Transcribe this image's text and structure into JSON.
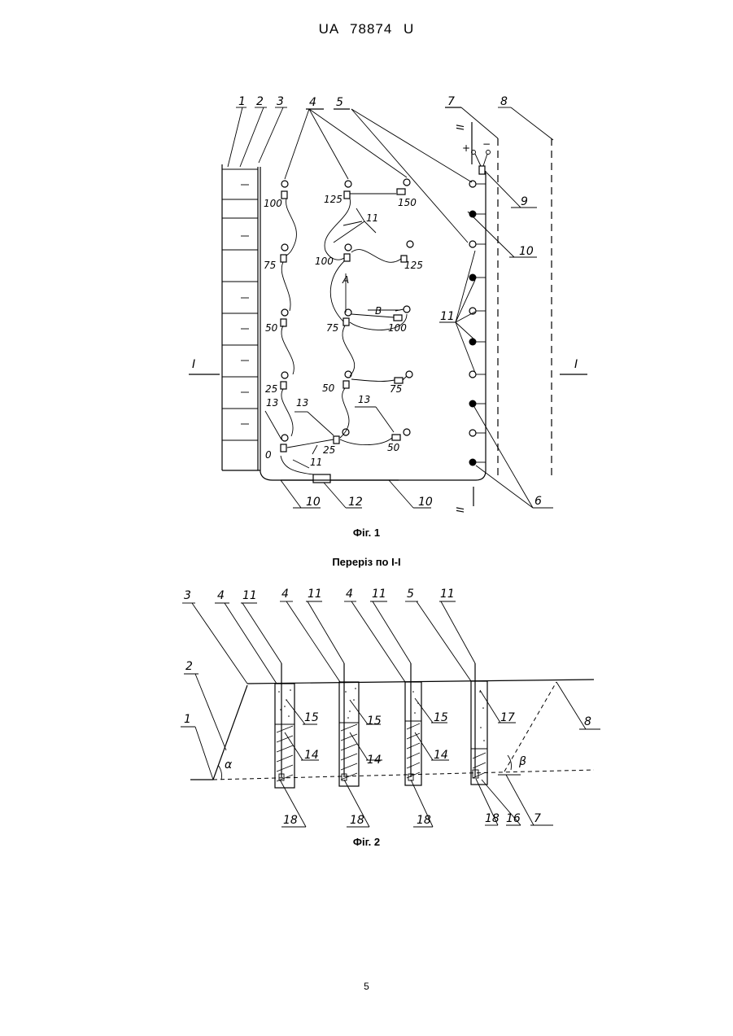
{
  "header": {
    "document_number": "UA   78874   U"
  },
  "figure1": {
    "caption": "Фіг. 1",
    "part_labels": [
      "1",
      "2",
      "3",
      "4",
      "5",
      "7",
      "8",
      "9",
      "10",
      "11",
      "6",
      "10",
      "12",
      "10",
      "13",
      "13",
      "13",
      "11",
      "11"
    ],
    "section_marks": {
      "left": "I",
      "right": "I",
      "top": "II",
      "bottom": "II"
    },
    "flow_labels": {
      "a": "A",
      "b": "B"
    },
    "polarity": {
      "plus": "+",
      "minus": "−"
    },
    "distance_labels": [
      "100",
      "125",
      "150",
      "75",
      "100",
      "125",
      "50",
      "75",
      "100",
      "25",
      "50",
      "75",
      "0",
      "25",
      "50"
    ]
  },
  "section_title": "Переріз по І-І",
  "figure2": {
    "caption": "Фіг. 2",
    "part_labels": [
      "3",
      "4",
      "11",
      "4",
      "11",
      "4",
      "11",
      "5",
      "11",
      "2",
      "1",
      "8",
      "15",
      "14",
      "15",
      "14",
      "15",
      "14",
      "17",
      "18",
      "18",
      "18",
      "18",
      "16",
      "7"
    ],
    "angles": {
      "alpha": "α",
      "beta": "β"
    }
  },
  "page_number": "5"
}
